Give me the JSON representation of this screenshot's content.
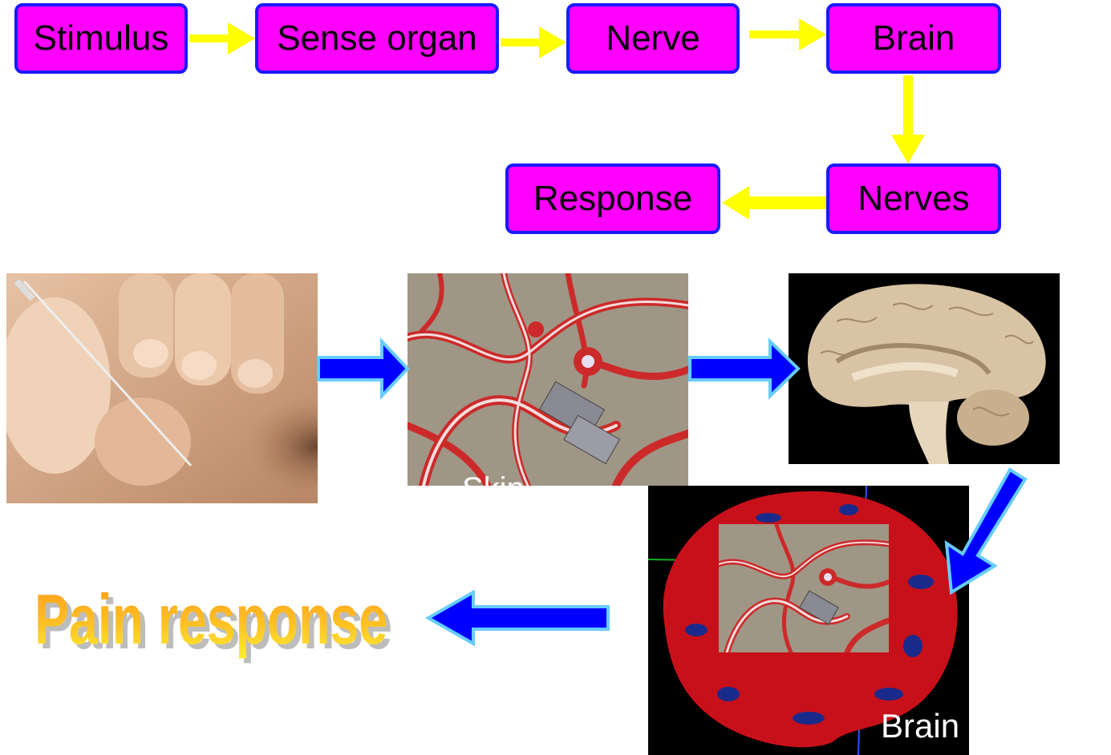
{
  "flow": {
    "stimulus": "Stimulus",
    "sense_organ": "Sense organ",
    "nerve": "Nerve",
    "brain": "Brain",
    "nerves": "Nerves",
    "response": "Response"
  },
  "images": {
    "skin_caption": "Skin",
    "brain_caption": "Brain"
  },
  "result": {
    "text": "Pain response"
  },
  "colors": {
    "box_fill": "#ff00ff",
    "box_border": "#1a1aff",
    "flow_arrow": "#ffff00",
    "block_arrow": "#0000ff",
    "block_arrow_outline": "#66ccff",
    "result_gradient_top": "#ff9a1a",
    "result_gradient_bottom": "#ffee33"
  }
}
